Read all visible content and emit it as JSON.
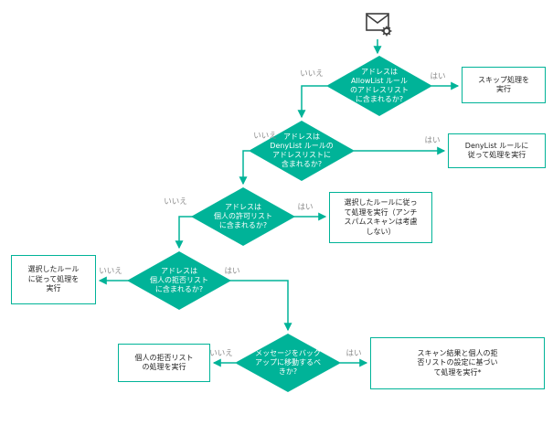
{
  "diagram": {
    "accent_color": "#00b398",
    "edge_label_color": "#8c8c8c",
    "start_icon": "email-gear-icon",
    "labels": {
      "yes": "はい",
      "no": "いいえ"
    },
    "decisions": {
      "allowlist": {
        "lines": [
          "アドレスは",
          "AllowList ルール",
          "のアドレスリスト",
          "に含まれるか?"
        ]
      },
      "denylist": {
        "lines": [
          "アドレスは",
          "DenyList ルールの",
          "アドレスリストに",
          "含まれるか?"
        ]
      },
      "personal_allow": {
        "lines": [
          "アドレスは",
          "個人の許可リスト",
          "に含まれるか?"
        ]
      },
      "personal_deny": {
        "lines": [
          "アドレスは",
          "個人の拒否リスト",
          "に含まれるか?"
        ]
      },
      "backup": {
        "lines": [
          "メッセージをバック",
          "アップに移動するべ",
          "きか?"
        ]
      }
    },
    "processes": {
      "skip": {
        "lines": [
          "スキップ処理を",
          "実行"
        ]
      },
      "denylist_rule": {
        "lines": [
          "DenyList ルールに",
          "従って処理を実行"
        ]
      },
      "selected_rule_antispam": {
        "lines": [
          "選択したルールに従っ",
          "て処理を実行（アンチ",
          "スパムスキャンは考慮",
          "しない）"
        ]
      },
      "selected_rule": {
        "lines": [
          "選択したルール",
          "に従って処理を",
          "実行"
        ]
      },
      "personal_deny_action": {
        "lines": [
          "個人の拒否リスト",
          "の処理を実行"
        ]
      },
      "scan_result": {
        "lines": [
          "スキャン結果と個人の拒",
          "否リストの設定に基づい",
          "て処理を実行*"
        ]
      }
    }
  }
}
